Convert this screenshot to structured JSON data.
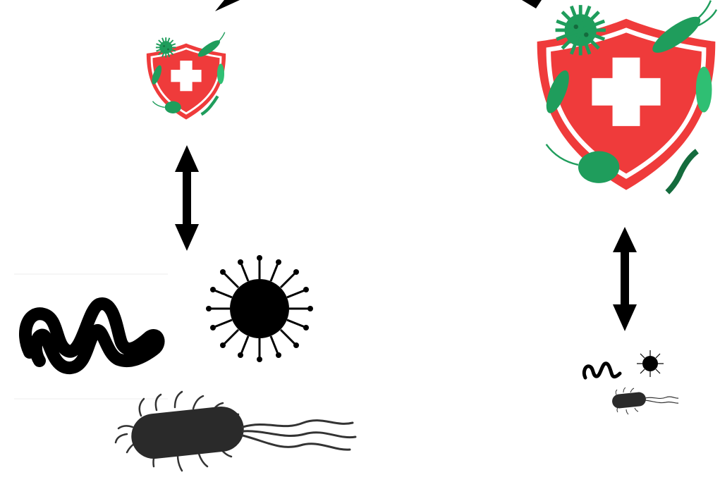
{
  "diagram": {
    "colors": {
      "shield_red": "#ef3b3b",
      "shield_inner_line": "#ffffff",
      "cross": "#ffffff",
      "microbe_green": "#1f9d5c",
      "microbe_green_dark": "#146b3d",
      "microbe_green_light": "#2fbf73",
      "pathogen_black": "#000000",
      "arrow": "#000000"
    },
    "icons": {
      "left_shield": "shield-cross-with-microbes",
      "right_shield": "shield-cross-with-microbes",
      "left_arrow": "double-headed-vertical-arrow",
      "right_arrow": "double-headed-vertical-arrow",
      "worm": "worm-parasite-silhouette",
      "virus": "virus-silhouette",
      "bacterium": "flagellated-bacterium-silhouette"
    }
  }
}
